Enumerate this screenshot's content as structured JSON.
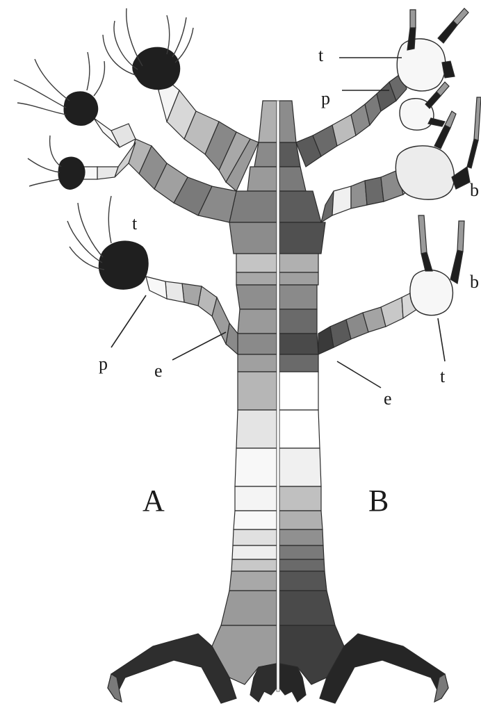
{
  "figure": {
    "panels": [
      {
        "id": "A",
        "label": "A"
      },
      {
        "id": "B",
        "label": "B"
      }
    ],
    "structure_labels": {
      "t": "t",
      "p": "p",
      "e": "e",
      "b": "b"
    },
    "colors": {
      "background": "#ffffff",
      "outline": "#2a2a2a",
      "black_tip": "#1f1f1f",
      "dark_gray": "#5a5a5a",
      "mid_gray": "#8c8c8c",
      "light_gray": "#b8b8b8",
      "pale_gray": "#dedede",
      "white": "#f7f7f7"
    }
  }
}
